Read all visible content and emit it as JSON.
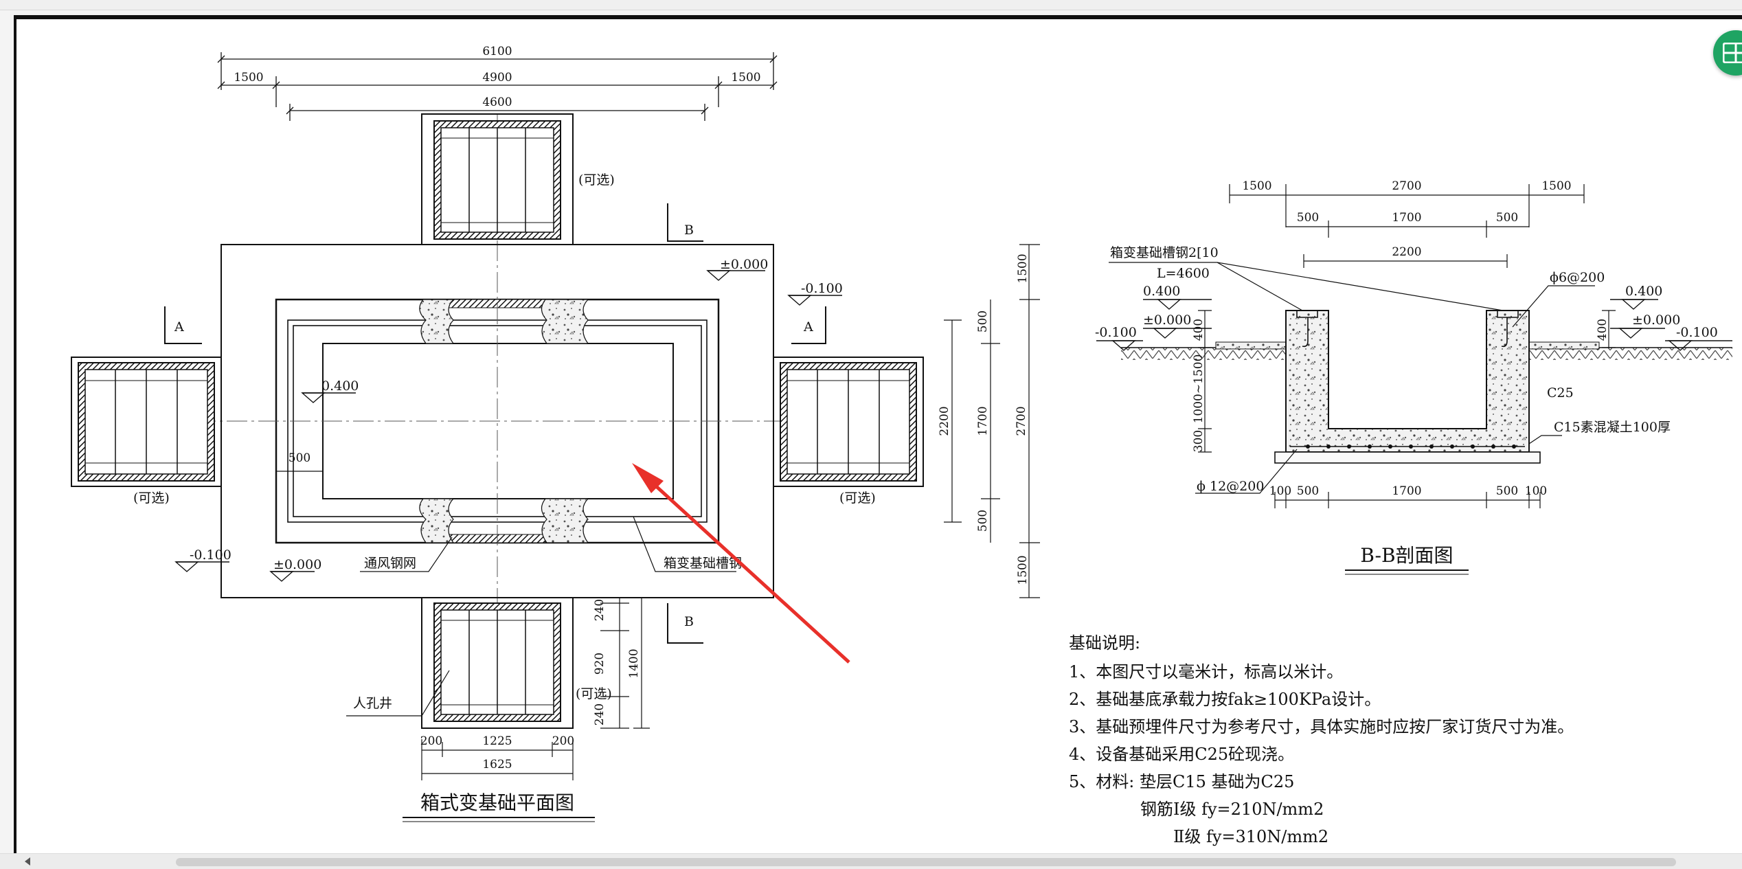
{
  "drawing": {
    "plan": {
      "title": "箱式变基础平面图",
      "dims": {
        "top_total": "6100",
        "top_left": "1500",
        "top_mid": "4900",
        "top_right": "1500",
        "top_inner": "4600",
        "right_1500_top": "1500",
        "right_500_top": "500",
        "right_1700": "1700",
        "right_500_bot": "500",
        "right_2200": "2200",
        "right_2700": "2700",
        "right_1500_bot": "1500",
        "bot_240_top": "240",
        "bot_920": "920",
        "bot_240_bot": "240",
        "bot_1400": "1400",
        "bot_200_l": "200",
        "bot_1225": "1225",
        "bot_200_r": "200",
        "bot_1625": "1625",
        "inner_500": "500"
      },
      "labels": {
        "optional_top": "(可选)",
        "optional_left": "(可选)",
        "optional_right": "(可选)",
        "optional_bottom": "(可选)",
        "section_b_top": "B",
        "section_b_bot": "B",
        "section_a_left": "A",
        "section_a_right": "A",
        "elev_000_tr": "±0.000",
        "elev_m100_r": "-0.100",
        "elev_0400": "0.400",
        "elev_m100_bl": "-0.100",
        "elev_000_bl": "±0.000",
        "vent": "通风钢网",
        "channel": "箱变基础槽钢",
        "manhole": "人孔井"
      }
    },
    "section": {
      "title": "B-B剖面图",
      "dims": {
        "top_1500_l": "1500",
        "top_2700": "2700",
        "top_1500_r": "1500",
        "second_500_l": "500",
        "second_1700": "1700",
        "second_500_r": "500",
        "third_2200": "2200",
        "left_400": "400",
        "left_1000_1500": "1000~1500",
        "left_300": "300",
        "right_400": "400",
        "bot_100_l": "100",
        "bot_500_l": "500",
        "bot_1700": "1700",
        "bot_500_r": "500",
        "bot_100_r": "100"
      },
      "labels": {
        "channel_line1": "箱变基础槽钢2[10",
        "channel_line2": "L=4600",
        "rebar_top": "ϕ6@200",
        "elev_0400_l": "0.400",
        "elev_000_l": "±0.000",
        "elev_m100_l": "-0.100",
        "elev_0400_r": "0.400",
        "elev_000_r": "±0.000",
        "elev_m100_r": "-0.100",
        "c25": "C25",
        "c15": "C15素混凝土100厚",
        "rebar_bot": "ϕ 12@200"
      }
    },
    "notes": {
      "heading": "基础说明:",
      "lines": [
        "1、本图尺寸以毫米计，标高以米计。",
        "2、基础基底承载力按fak≥100KPa设计。",
        "3、基础预埋件尺寸为参考尺寸，具体实施时应按厂家订货尺寸为准。",
        "4、设备基础采用C25砼现浇。",
        "5、材料: 垫层C15 基础为C25",
        "钢筋Ⅰ级 fy=210N/mm2",
        "Ⅱ级 fy=310N/mm2"
      ]
    }
  },
  "colors": {
    "arrow": "#e8302a",
    "green_button": "#1fa463"
  },
  "icons": {
    "green_button": "grid-icon",
    "scroll_left": "triangle-left-icon"
  }
}
